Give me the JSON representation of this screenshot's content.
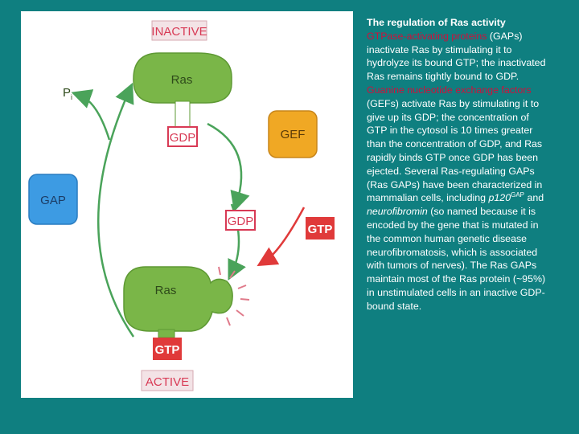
{
  "diagram": {
    "inactive_label": "INACTIVE",
    "active_label": "ACTIVE",
    "ras_label": "Ras",
    "gdp_label": "GDP",
    "gtp_label": "GTP",
    "gef_label": "GEF",
    "gap_label": "GAP",
    "pi_label": "P",
    "pi_sub": "i"
  },
  "text": {
    "title": "The regulation of Ras activity",
    "p1": "GTPase-activating proteins",
    "p2": " (GAPs) inactivate Ras by stimulating it to hydrolyze its bound GTP; the inactivated Ras remains tightly bound to GDP. ",
    "p3": "Guanine nucleotide exchange factors",
    "p4": " (GEFs) activate Ras by stimulating it to give up its GDP; the concentration of GTP in the cytosol is 10 times greater than the concentration of GDP, and Ras rapidly binds GTP once GDP has been ejected. Several Ras-regulating GAPs (Ras GAPs) have been characterized in mammalian cells, including ",
    "p5": "p120",
    "p5_sup": "GAP",
    "p6": " and ",
    "p7": "neurofibromin",
    "p8": " (so named because it is encoded by the gene that is mutated in the common human genetic disease neurofibromatosis, which is associated with tumors of nerves). The Ras GAPs maintain most of the Ras protein (~95%) in unstimulated cells in an inactive GDP-bound state."
  },
  "colors": {
    "background": "#0f7f80",
    "ras_green": "#7ab648",
    "gef_orange": "#f0a824",
    "gap_blue": "#3d9be3",
    "gtp_red": "#e03a3a",
    "label_red": "#d83a55",
    "arrow_green": "#4aa35a",
    "highlight": "#d0103a"
  }
}
